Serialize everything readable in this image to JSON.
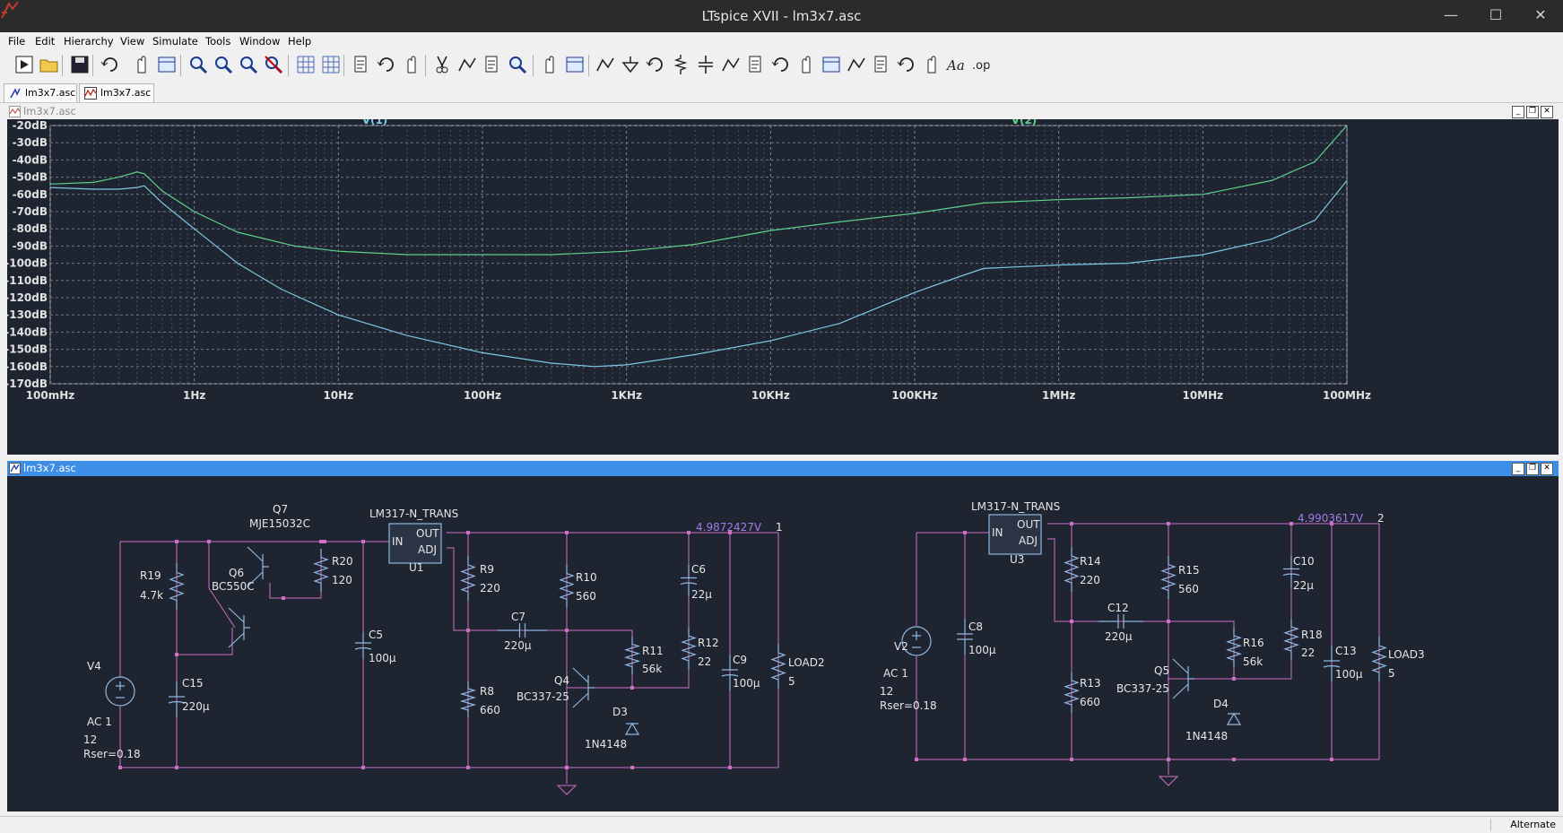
{
  "window": {
    "title": "LTspice XVII - lm3x7.asc",
    "minimize": "—",
    "maximize": "☐",
    "close": "✕"
  },
  "menu": [
    "File",
    "Edit",
    "Hierarchy",
    "View",
    "Simulate",
    "Tools",
    "Window",
    "Help"
  ],
  "toolbar_icons": [
    "run-icon",
    "open-icon",
    "save-icon",
    "control-panel-icon",
    "halt-icon",
    "pan-hand-icon",
    "zoom-in-icon",
    "zoom-area-icon",
    "zoom-out-icon",
    "zoom-cancel-icon",
    "autorange-icon",
    "grid-icon",
    "tile-horizontal-icon",
    "cascade-icon",
    "tile-icon",
    "cut-icon",
    "copy-icon",
    "paste-icon",
    "find-icon",
    "print-setup-icon",
    "print-icon",
    "draw-wire-icon",
    "ground-icon",
    "label-net-icon",
    "resistor-icon",
    "capacitor-icon",
    "inductor-icon",
    "diode-icon",
    "component-icon",
    "move-icon",
    "drag-icon",
    "undo-icon",
    "redo-icon",
    "rotate-icon",
    "mirror-icon",
    "text-icon",
    "spice-directive-icon"
  ],
  "tabs": [
    {
      "label": "lm3x7.asc",
      "icon": "schematic-icon"
    },
    {
      "label": "lm3x7.asc",
      "icon": "waveform-icon"
    }
  ],
  "plot_window": {
    "title": "lm3x7.asc"
  },
  "schematic_window": {
    "title": "lm3x7.asc"
  },
  "chart_data": {
    "type": "line",
    "xscale": "log",
    "xlim": [
      0.1,
      100000000
    ],
    "ylim": [
      -170,
      -20
    ],
    "x_ticks": [
      "100mHz",
      "1Hz",
      "10Hz",
      "100Hz",
      "1KHz",
      "10KHz",
      "100KHz",
      "1MHz",
      "10MHz",
      "100MHz"
    ],
    "y_ticks": [
      "-20dB",
      "-30dB",
      "-40dB",
      "-50dB",
      "-60dB",
      "-70dB",
      "-80dB",
      "-90dB",
      "-100dB",
      "-110dB",
      "-120dB",
      "-130dB",
      "-140dB",
      "-150dB",
      "-160dB",
      "-170dB"
    ],
    "grid": true,
    "series": [
      {
        "name": "V(1)",
        "color": "#7ec8e3",
        "x": [
          0.1,
          0.2,
          0.3,
          0.4,
          0.45,
          0.6,
          1,
          2,
          4,
          10,
          30,
          100,
          300,
          600,
          1000,
          3000,
          10000,
          30000,
          100000,
          200000,
          300000,
          1000000,
          3000000,
          10000000,
          30000000,
          60000000,
          100000000
        ],
        "y": [
          -56,
          -57,
          -57,
          -56,
          -55,
          -65,
          -80,
          -100,
          -115,
          -130,
          -142,
          -152,
          -158,
          -160,
          -159,
          -153,
          -145,
          -135,
          -117,
          -108,
          -103,
          -101,
          -100,
          -95,
          -86,
          -75,
          -52
        ]
      },
      {
        "name": "V(2)",
        "color": "#5dd18a",
        "x": [
          0.1,
          0.2,
          0.3,
          0.4,
          0.45,
          0.6,
          1,
          2,
          5,
          10,
          30,
          100,
          300,
          1000,
          3000,
          10000,
          30000,
          100000,
          300000,
          1000000,
          3000000,
          10000000,
          30000000,
          60000000,
          100000000
        ],
        "y": [
          -54,
          -53,
          -50,
          -47,
          -48,
          -58,
          -70,
          -82,
          -90,
          -93,
          -95,
          -95,
          -95,
          -93,
          -89,
          -81,
          -76,
          -71,
          -65,
          -63,
          -62,
          -60,
          -52,
          -41,
          -20
        ]
      }
    ]
  },
  "schematic": {
    "left": {
      "source": {
        "name": "V4",
        "ac": "AC 1",
        "value": "12",
        "rser": "Rser=0.18"
      },
      "q7": {
        "name": "Q7",
        "model": "MJE15032C"
      },
      "q6": {
        "name": "Q6",
        "model": "BC550C"
      },
      "r19": {
        "name": "R19",
        "value": "4.7k"
      },
      "r20": {
        "name": "R20",
        "value": "120"
      },
      "c15": {
        "name": "C15",
        "value": "220µ"
      },
      "c5": {
        "name": "C5",
        "value": "100µ"
      },
      "reg": {
        "model": "LM317-N_TRANS",
        "in": "IN",
        "out": "OUT",
        "adj": "ADJ",
        "name": "U1"
      },
      "r9": {
        "name": "R9",
        "value": "220"
      },
      "r8": {
        "name": "R8",
        "value": "660"
      },
      "c7": {
        "name": "C7",
        "value": "220µ"
      },
      "r10": {
        "name": "R10",
        "value": "560"
      },
      "q4": {
        "name": "Q4",
        "model": "BC337-25"
      },
      "r11": {
        "name": "R11",
        "value": "56k"
      },
      "d3": {
        "name": "D3",
        "model": "1N4148"
      },
      "c6": {
        "name": "C6",
        "value": "22µ"
      },
      "r12": {
        "name": "R12",
        "value": "22"
      },
      "c9": {
        "name": "C9",
        "value": "100µ"
      },
      "load": {
        "name": "LOAD2",
        "value": "5"
      },
      "voltage": "4.9872427V",
      "net": "1"
    },
    "right": {
      "source": {
        "name": "V2",
        "ac": "AC 1",
        "value": "12",
        "rser": "Rser=0.18"
      },
      "c8": {
        "name": "C8",
        "value": "100µ"
      },
      "reg": {
        "model": "LM317-N_TRANS",
        "in": "IN",
        "out": "OUT",
        "adj": "ADJ",
        "name": "U3"
      },
      "r14": {
        "name": "R14",
        "value": "220"
      },
      "r13": {
        "name": "R13",
        "value": "660"
      },
      "c12": {
        "name": "C12",
        "value": "220µ"
      },
      "r15": {
        "name": "R15",
        "value": "560"
      },
      "q5": {
        "name": "Q5",
        "model": "BC337-25"
      },
      "r16": {
        "name": "R16",
        "value": "56k"
      },
      "d4": {
        "name": "D4",
        "model": "1N4148"
      },
      "c10": {
        "name": "C10",
        "value": "22µ"
      },
      "r18": {
        "name": "R18",
        "value": "22"
      },
      "c13": {
        "name": "C13",
        "value": "100µ"
      },
      "load": {
        "name": "LOAD3",
        "value": "5"
      },
      "voltage": "4.9903617V",
      "net": "2"
    }
  },
  "status": {
    "mode": "Alternate"
  }
}
